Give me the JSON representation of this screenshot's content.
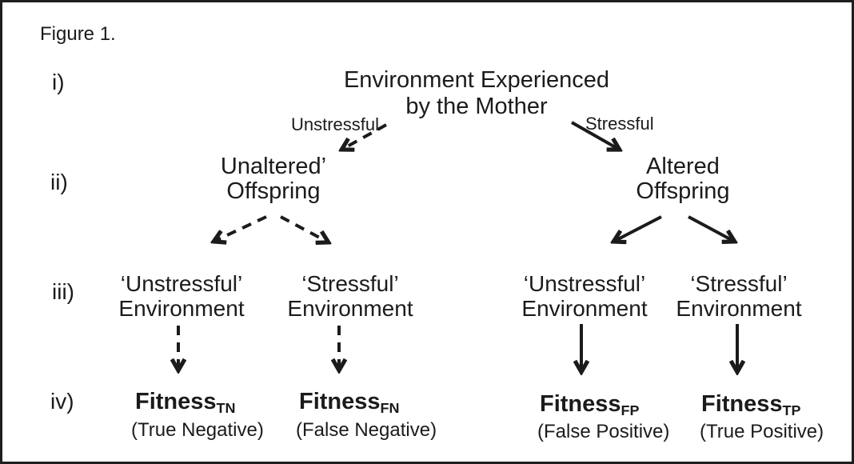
{
  "figure_label": "Figure 1.",
  "row_labels": {
    "i": "i)",
    "ii": "ii)",
    "iii": "iii)",
    "iv": "iv)"
  },
  "root": {
    "line1": "Environment Experienced",
    "line2": "by the Mother"
  },
  "branches": {
    "left_label": "Unstressful",
    "right_label": "Stressful"
  },
  "offspring": {
    "left": {
      "line1": "Unaltered’",
      "line2": "Offspring"
    },
    "right": {
      "line1": "Altered",
      "line2": "Offspring"
    }
  },
  "environments": [
    {
      "line1": "‘Unstressful’",
      "line2": "Environment"
    },
    {
      "line1": "‘Stressful’",
      "line2": "Environment"
    },
    {
      "line1": "‘Unstressful’",
      "line2": "Environment"
    },
    {
      "line1": "‘Stressful’",
      "line2": "Environment"
    }
  ],
  "fitness": [
    {
      "label": "Fitness",
      "subscript": "TN",
      "paren": "(True Negative)"
    },
    {
      "label": "Fitness",
      "subscript": "FN",
      "paren": "(False Negative)"
    },
    {
      "label": "Fitness",
      "subscript": "FP",
      "paren": "(False Positive)"
    },
    {
      "label": "Fitness",
      "subscript": "TP",
      "paren": "(True Positive)"
    }
  ],
  "colors": {
    "ink": "#1b1b1b",
    "background": "#ffffff",
    "border": "#1f1f1f"
  }
}
